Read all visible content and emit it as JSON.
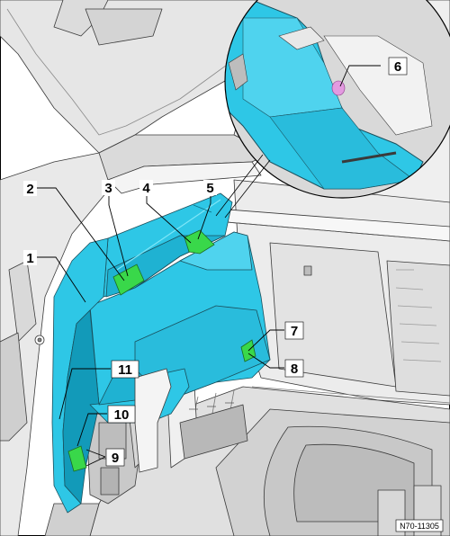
{
  "diagram": {
    "title": "",
    "reference_code": "N70-11305",
    "callouts": [
      "1",
      "2",
      "3",
      "4",
      "5",
      "6",
      "7",
      "8",
      "9",
      "10",
      "11"
    ],
    "colors": {
      "trim_panel": "#2ec7e6",
      "trim_panel_dark": "#129ab9",
      "clip_highlight": "#39d84a",
      "clip_pink": "#e39ae0",
      "body_grey": "#e9e9e9",
      "outline": "#3a3a3a"
    }
  }
}
